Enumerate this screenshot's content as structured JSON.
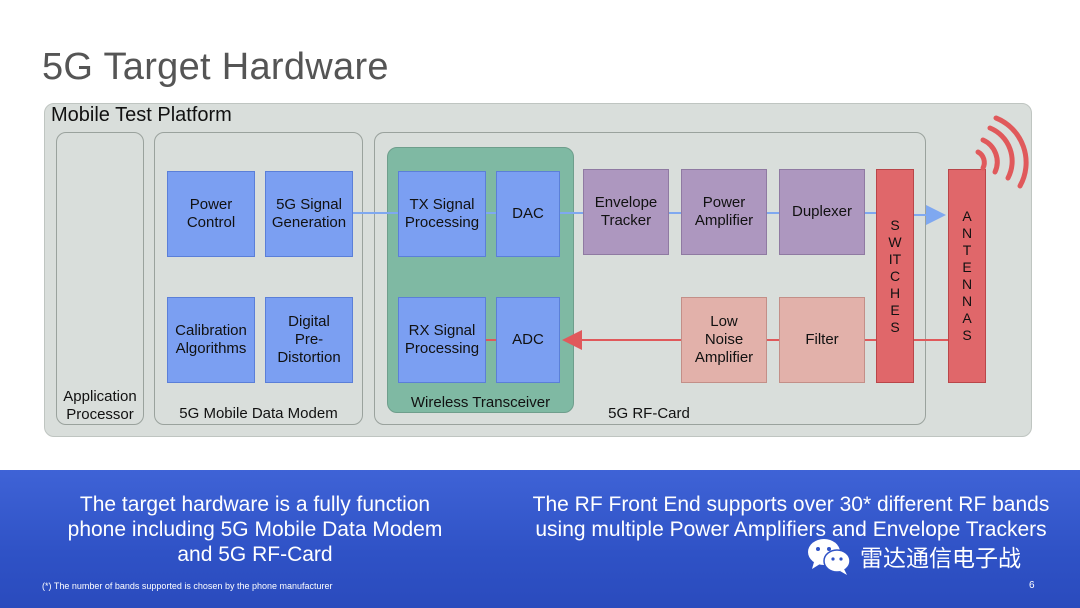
{
  "title": "5G Target Hardware",
  "platform": {
    "title": "Mobile Test Platform"
  },
  "regions": {
    "app_processor": "Application Processor",
    "modem": "5G Mobile Data Modem",
    "rf_card": "5G RF-Card",
    "transceiver": "Wireless Transceiver"
  },
  "blocks": {
    "power_control": "Power Control",
    "signal_generation": "5G Signal Generation",
    "calibration": "Calibration Algorithms",
    "dpd": "Digital Pre-Distortion",
    "tx_processing": "TX Signal Processing",
    "dac": "DAC",
    "rx_processing": "RX Signal Processing",
    "adc": "ADC",
    "envelope_tracker": "Envelope Tracker",
    "power_amplifier": "Power Amplifier",
    "duplexer": "Duplexer",
    "lna": "Low Noise Amplifier",
    "filter": "Filter",
    "switches": "SWITCHES",
    "antennas": "ANTENNAS"
  },
  "colors": {
    "modem_block": "#7b9ff2",
    "transceiver_bg": "#7fb9a3",
    "tx_chain": "#ad97bf",
    "rx_chain": "#e2b1aa",
    "switch_antenna": "#e0676a",
    "tx_arrow": "#7fa8f0",
    "rx_arrow": "#e0595b",
    "band": "#3355c8"
  },
  "bottom": {
    "left_text": "The target hardware is a fully function phone including 5G Mobile Data Modem and 5G RF-Card",
    "right_text": "The RF Front End supports over 30* different RF bands using multiple Power Amplifiers and Envelope Trackers",
    "footnote": "(*) The number of bands supported is chosen by the phone manufacturer",
    "page_number": "6"
  },
  "watermark": {
    "text": "雷达通信电子战",
    "icon": "wechat-icon"
  }
}
